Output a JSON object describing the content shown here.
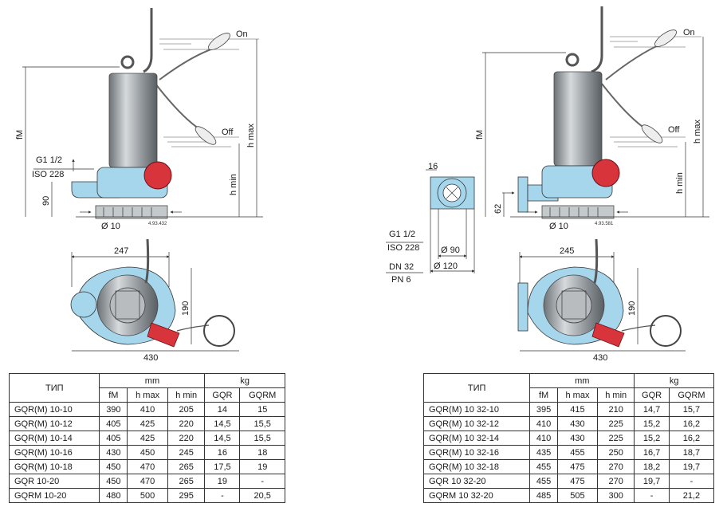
{
  "left": {
    "labels": {
      "on": "On",
      "off": "Off",
      "fm": "fM",
      "hmax": "h max",
      "hmin": "h min",
      "g12": "G1 1/2",
      "iso": "ISO 228",
      "d90": "90",
      "dia10": "Ø 10",
      "code": "4.93.432",
      "w247": "247",
      "h190": "190",
      "w430": "430"
    },
    "table": {
      "type_header": "ТИП",
      "mm_header": "mm",
      "kg_header": "kg",
      "subheaders": [
        "fM",
        "h max",
        "h min",
        "GQR",
        "GQRM"
      ],
      "rows": [
        {
          "model": "GQR(M) 10-10",
          "values": [
            "390",
            "410",
            "205",
            "14",
            "15"
          ]
        },
        {
          "model": "GQR(M) 10-12",
          "values": [
            "405",
            "425",
            "220",
            "14,5",
            "15,5"
          ]
        },
        {
          "model": "GQR(M) 10-14",
          "values": [
            "405",
            "425",
            "220",
            "14,5",
            "15,5"
          ]
        },
        {
          "model": "GQR(M) 10-16",
          "values": [
            "430",
            "450",
            "245",
            "16",
            "18"
          ]
        },
        {
          "model": "GQR(M) 10-18",
          "values": [
            "450",
            "470",
            "265",
            "17,5",
            "19"
          ]
        },
        {
          "model": "GQR 10-20",
          "values": [
            "450",
            "470",
            "265",
            "19",
            "-"
          ]
        },
        {
          "model": "GQRM 10-20",
          "values": [
            "480",
            "500",
            "295",
            "-",
            "20,5"
          ]
        }
      ]
    }
  },
  "flange": {
    "labels": {
      "d16": "16",
      "g12": "G1 1/2",
      "iso": "ISO 228",
      "dn": "DN 32",
      "pn": "PN 6",
      "dia90": "Ø 90",
      "dia120": "Ø 120"
    }
  },
  "right": {
    "labels": {
      "on": "On",
      "off": "Off",
      "fm": "fM",
      "hmax": "h max",
      "hmin": "h min",
      "d62": "62",
      "dia10": "Ø 10",
      "code": "4.93.581",
      "w245": "245",
      "h190": "190",
      "w430": "430"
    },
    "table": {
      "type_header": "ТИП",
      "mm_header": "mm",
      "kg_header": "kg",
      "subheaders": [
        "fM",
        "h max",
        "h min",
        "GQR",
        "GQRM"
      ],
      "rows": [
        {
          "model": "GQR(M) 10 32-10",
          "values": [
            "395",
            "415",
            "210",
            "14,7",
            "15,7"
          ]
        },
        {
          "model": "GQR(M) 10 32-12",
          "values": [
            "410",
            "430",
            "225",
            "15,2",
            "16,2"
          ]
        },
        {
          "model": "GQR(M) 10 32-14",
          "values": [
            "410",
            "430",
            "225",
            "15,2",
            "16,2"
          ]
        },
        {
          "model": "GQR(M) 10 32-16",
          "values": [
            "435",
            "455",
            "250",
            "16,7",
            "18,7"
          ]
        },
        {
          "model": "GQR(M) 10 32-18",
          "values": [
            "455",
            "475",
            "270",
            "18,2",
            "19,7"
          ]
        },
        {
          "model": "GQR 10 32-20",
          "values": [
            "455",
            "475",
            "270",
            "19,7",
            "-"
          ]
        },
        {
          "model": "GQRM 10 32-20",
          "values": [
            "485",
            "505",
            "300",
            "-",
            "21,2"
          ]
        }
      ]
    }
  },
  "colors": {
    "pump_blue": "#a6d6ec",
    "float_red": "#d8343c",
    "motor_grey": "#9aa0a4",
    "line": "#333333"
  }
}
